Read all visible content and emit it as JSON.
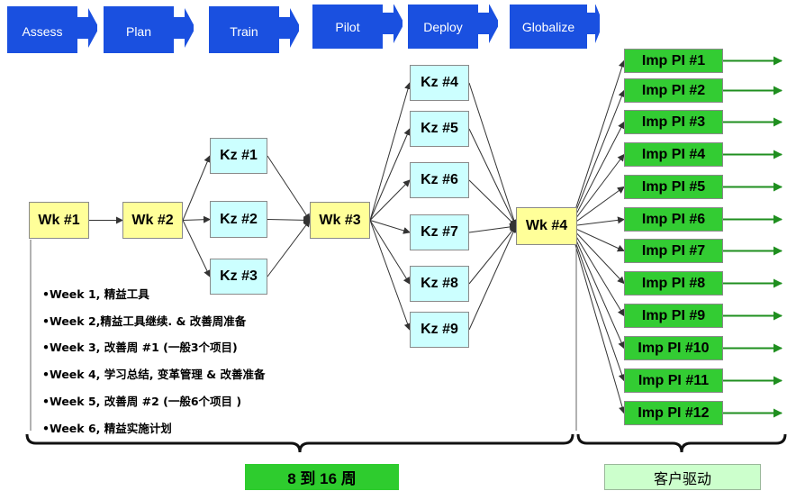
{
  "phases": [
    "Assess",
    "Plan",
    "Train",
    "Pilot",
    "Deploy",
    "Globalize"
  ],
  "workshops": [
    "Wk #1",
    "Wk #2",
    "Wk #3",
    "Wk #4"
  ],
  "kaizens": [
    "Kz #1",
    "Kz #2",
    "Kz #3",
    "Kz #4",
    "Kz #5",
    "Kz #6",
    "Kz #7",
    "Kz #8",
    "Kz #9"
  ],
  "improvements": [
    "Imp PI #1",
    "Imp PI #2",
    "Imp PI #3",
    "Imp PI #4",
    "Imp PI #5",
    "Imp PI #6",
    "Imp PI #7",
    "Imp PI #8",
    "Imp PI #9",
    "Imp PI #10",
    "Imp PI #11",
    "Imp PI #12"
  ],
  "notes": [
    "•Week 1, 精益工具",
    "•Week 2,精益工具继续. & 改善周准备",
    "•Week 3, 改善周 #1 (一般3个项目)",
    "•Week 4, 学习总结, 变革管理 & 改善准备",
    "•Week 5, 改善周 #2 (一般6个项目 )",
    "•Week 6, 精益实施计划"
  ],
  "footer": {
    "duration": "8 到 16 周",
    "customer": "客户驱动"
  },
  "colors": {
    "phase": "#1a50e0",
    "workshop": "#ffff99",
    "kaizen": "#ccffff",
    "improvement": "#33cc33",
    "arrow_green": "#1f8f1f",
    "footer_green": "#2ecc2e",
    "footer_light": "#ccffcc"
  }
}
